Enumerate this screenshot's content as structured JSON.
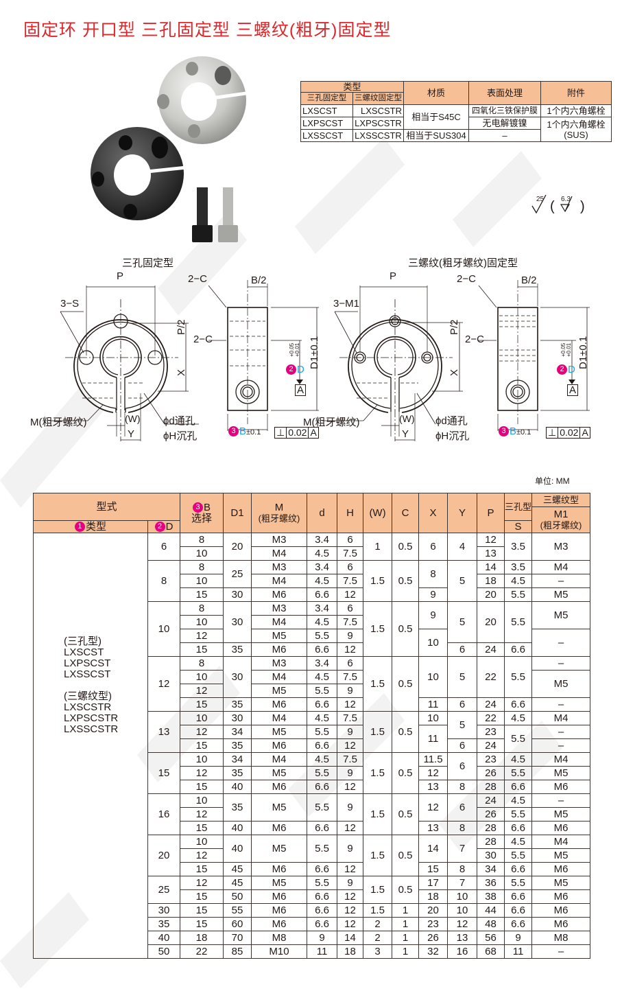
{
  "title": "固定环 开口型 三孔固定型 三螺纹(粗牙)固定型",
  "spec_table": {
    "headers": {
      "type_group": "类型",
      "type_three_hole": "三孔固定型",
      "type_three_thread": "三螺纹固定型",
      "material": "材质",
      "surface": "表面处理",
      "accessory": "附件"
    },
    "rows": [
      {
        "three_hole": "LXSCST",
        "three_thread": "LXSCSTR",
        "material": "相当于S45C",
        "surface": "四氧化三铁保护膜",
        "accessory": "1个内六角螺栓"
      },
      {
        "three_hole": "LXPSCST",
        "three_thread": "LXPSCSTR",
        "material": "相当于S45C",
        "surface": "无电解镀镍",
        "accessory": "1个内六角螺栓 (SUS)"
      },
      {
        "three_hole": "LXSSCST",
        "three_thread": "LXSSCSTR",
        "material": "相当于SUS304",
        "surface": "–",
        "accessory": "1个内六角螺栓 (SUS)"
      }
    ],
    "accessory_sus_line1": "1个内六角螺栓",
    "accessory_sus_line2": "(SUS)"
  },
  "roughness": {
    "main": "25",
    "secondary": "6.3"
  },
  "drawings": {
    "left": {
      "title": "三孔固定型",
      "labels": {
        "P": "P",
        "holes": "3−S",
        "half_p": "P/2",
        "x": "X",
        "chamfer1": "2−C",
        "chamfer2": "2−C",
        "half_b": "B/2",
        "d1": "D1±0.1",
        "tol_plus": "+0.05",
        "tol_minus": "+0.01",
        "d": "D",
        "datum": "A",
        "m": "M(粗牙螺纹)",
        "w": "(W)",
        "y": "Y",
        "thru": "ϕd通孔",
        "cbore": "ϕH沉孔",
        "b": "B",
        "b_tol": "±0.1",
        "perp": "⊥",
        "perp_val": "0.02",
        "perp_datum": "A",
        "rough": "6.3"
      }
    },
    "right": {
      "title": "三螺纹(粗牙螺纹)固定型",
      "labels": {
        "P": "P",
        "holes": "3−M1",
        "half_p": "P/2",
        "x": "X",
        "chamfer1": "2−C",
        "chamfer2": "2−C",
        "half_b": "B/2",
        "d1": "D1±0.1",
        "tol_plus": "+0.05",
        "tol_minus": "+0.01",
        "d": "D",
        "datum": "A",
        "m": "M(粗牙螺纹)",
        "w": "(W)",
        "y": "Y",
        "thru": "ϕd通孔",
        "cbore": "ϕH沉孔",
        "b": "B",
        "b_tol": "±0.1",
        "perp": "⊥",
        "perp_val": "0.02",
        "perp_datum": "A",
        "rough": "6.3"
      }
    },
    "badges": {
      "one": "1",
      "two": "2",
      "three": "3"
    }
  },
  "unit": "单位: MM",
  "main_table": {
    "headers": {
      "model": "型式",
      "type": "类型",
      "d": "D",
      "b": "B",
      "b_select": "选择",
      "d1": "D1",
      "m": "M",
      "m_sub": "(粗牙螺纹)",
      "hole_d": "d",
      "h": "H",
      "w": "(W)",
      "c": "C",
      "x": "X",
      "y": "Y",
      "p": "P",
      "three_hole": "三孔型",
      "s": "S",
      "three_thread": "三螺纹型",
      "m1": "M1",
      "m1_sub": "(粗牙螺纹)"
    },
    "type_lines": [
      "(三孔型)",
      "LXSCST",
      "LXPSCST",
      "LXSSCST",
      "",
      "(三螺纹型)",
      "LXSCSTR",
      "LXPSCSTR",
      "LXSSCSTR"
    ],
    "rows": [
      {
        "D": "6",
        "B": "8",
        "D1": "20",
        "M": "M3",
        "d": "3.4",
        "H": "6",
        "W": "1",
        "C": "0.5",
        "X": "6",
        "Y": "4",
        "P": "12",
        "S": "3.5",
        "M1": "M3"
      },
      {
        "D": "6",
        "B": "10",
        "D1": "20",
        "M": "M4",
        "d": "4.5",
        "H": "7.5",
        "W": "1",
        "C": "0.5",
        "X": "6",
        "Y": "4",
        "P": "13",
        "S": "3.5",
        "M1": "M3"
      },
      {
        "D": "8",
        "B": "8",
        "D1": "25",
        "M": "M3",
        "d": "3.4",
        "H": "6",
        "W": "1.5",
        "C": "0.5",
        "X": "8",
        "Y": "5",
        "P": "14",
        "S": "3.5",
        "M1": "M4"
      },
      {
        "D": "8",
        "B": "10",
        "D1": "25",
        "M": "M4",
        "d": "4.5",
        "H": "7.5",
        "W": "1.5",
        "C": "0.5",
        "X": "8",
        "Y": "5",
        "P": "18",
        "S": "4.5",
        "M1": "–"
      },
      {
        "D": "8",
        "B": "15",
        "D1": "30",
        "M": "M6",
        "d": "6.6",
        "H": "12",
        "W": "1.5",
        "C": "0.5",
        "X": "9",
        "Y": "5",
        "P": "20",
        "S": "5.5",
        "M1": "M5"
      },
      {
        "D": "10",
        "B": "8",
        "D1": "30",
        "M": "M3",
        "d": "3.4",
        "H": "6",
        "W": "1.5",
        "C": "0.5",
        "X": "9",
        "Y": "5",
        "P": "20",
        "S": "5.5",
        "M1": "M5"
      },
      {
        "D": "10",
        "B": "10",
        "D1": "30",
        "M": "M4",
        "d": "4.5",
        "H": "7.5",
        "W": "1.5",
        "C": "0.5",
        "X": "9",
        "Y": "5",
        "P": "20",
        "S": "5.5",
        "M1": "M5"
      },
      {
        "D": "10",
        "B": "12",
        "D1": "30",
        "M": "M5",
        "d": "5.5",
        "H": "9",
        "W": "1.5",
        "C": "0.5",
        "X": "10",
        "Y": "5",
        "P": "20",
        "S": "5.5",
        "M1": "–"
      },
      {
        "D": "10",
        "B": "15",
        "D1": "35",
        "M": "M6",
        "d": "6.6",
        "H": "12",
        "W": "1.5",
        "C": "0.5",
        "X": "10",
        "Y": "6",
        "P": "24",
        "S": "6.6",
        "M1": "–"
      },
      {
        "D": "12",
        "B": "8",
        "D1": "30",
        "M": "M3",
        "d": "3.4",
        "H": "6",
        "W": "1.5",
        "C": "0.5",
        "X": "10",
        "Y": "5",
        "P": "22",
        "S": "5.5",
        "M1": "–"
      },
      {
        "D": "12",
        "B": "10",
        "D1": "30",
        "M": "M4",
        "d": "4.5",
        "H": "7.5",
        "W": "1.5",
        "C": "0.5",
        "X": "10",
        "Y": "5",
        "P": "22",
        "S": "5.5",
        "M1": "M5"
      },
      {
        "D": "12",
        "B": "12",
        "D1": "30",
        "M": "M5",
        "d": "5.5",
        "H": "9",
        "W": "1.5",
        "C": "0.5",
        "X": "10",
        "Y": "5",
        "P": "22",
        "S": "5.5",
        "M1": "M5"
      },
      {
        "D": "12",
        "B": "15",
        "D1": "35",
        "M": "M6",
        "d": "6.6",
        "H": "12",
        "W": "1.5",
        "C": "0.5",
        "X": "11",
        "Y": "6",
        "P": "24",
        "S": "6.6",
        "M1": "–"
      },
      {
        "D": "13",
        "B": "10",
        "D1": "30",
        "M": "M4",
        "d": "4.5",
        "H": "7.5",
        "W": "1.5",
        "C": "0.5",
        "X": "10",
        "Y": "5",
        "P": "22",
        "S": "4.5",
        "M1": "M4"
      },
      {
        "D": "13",
        "B": "12",
        "D1": "34",
        "M": "M5",
        "d": "5.5",
        "H": "9",
        "W": "1.5",
        "C": "0.5",
        "X": "11",
        "Y": "5",
        "P": "23",
        "S": "5.5",
        "M1": "–"
      },
      {
        "D": "13",
        "B": "15",
        "D1": "35",
        "M": "M6",
        "d": "6.6",
        "H": "12",
        "W": "1.5",
        "C": "0.5",
        "X": "11",
        "Y": "6",
        "P": "24",
        "S": "5.5",
        "M1": "–"
      },
      {
        "D": "15",
        "B": "10",
        "D1": "34",
        "M": "M4",
        "d": "4.5",
        "H": "7.5",
        "W": "1.5",
        "C": "0.5",
        "X": "11.5",
        "Y": "6",
        "P": "23",
        "S": "4.5",
        "M1": "M4"
      },
      {
        "D": "15",
        "B": "12",
        "D1": "35",
        "M": "M5",
        "d": "5.5",
        "H": "9",
        "W": "1.5",
        "C": "0.5",
        "X": "12",
        "Y": "6",
        "P": "26",
        "S": "5.5",
        "M1": "M5"
      },
      {
        "D": "15",
        "B": "15",
        "D1": "40",
        "M": "M6",
        "d": "6.6",
        "H": "12",
        "W": "1.5",
        "C": "0.5",
        "X": "13",
        "Y": "8",
        "P": "28",
        "S": "6.6",
        "M1": "M6"
      },
      {
        "D": "16",
        "B": "10",
        "D1": "35",
        "M": "M5",
        "d": "5.5",
        "H": "9",
        "W": "1.5",
        "C": "0.5",
        "X": "12",
        "Y": "6",
        "P": "24",
        "S": "4.5",
        "M1": "–"
      },
      {
        "D": "16",
        "B": "12",
        "D1": "35",
        "M": "M5",
        "d": "5.5",
        "H": "9",
        "W": "1.5",
        "C": "0.5",
        "X": "12",
        "Y": "6",
        "P": "26",
        "S": "5.5",
        "M1": "M5"
      },
      {
        "D": "16",
        "B": "15",
        "D1": "40",
        "M": "M6",
        "d": "6.6",
        "H": "12",
        "W": "1.5",
        "C": "0.5",
        "X": "13",
        "Y": "8",
        "P": "28",
        "S": "6.6",
        "M1": "M6"
      },
      {
        "D": "20",
        "B": "10",
        "D1": "40",
        "M": "M5",
        "d": "5.5",
        "H": "9",
        "W": "1.5",
        "C": "0.5",
        "X": "14",
        "Y": "7",
        "P": "28",
        "S": "4.5",
        "M1": "M4"
      },
      {
        "D": "20",
        "B": "12",
        "D1": "40",
        "M": "M5",
        "d": "5.5",
        "H": "9",
        "W": "1.5",
        "C": "0.5",
        "X": "14",
        "Y": "7",
        "P": "30",
        "S": "5.5",
        "M1": "M5"
      },
      {
        "D": "20",
        "B": "15",
        "D1": "45",
        "M": "M6",
        "d": "6.6",
        "H": "12",
        "W": "1.5",
        "C": "0.5",
        "X": "15",
        "Y": "8",
        "P": "34",
        "S": "6.6",
        "M1": "M6"
      },
      {
        "D": "25",
        "B": "12",
        "D1": "45",
        "M": "M5",
        "d": "5.5",
        "H": "9",
        "W": "1.5",
        "C": "0.5",
        "X": "17",
        "Y": "7",
        "P": "36",
        "S": "5.5",
        "M1": "M5"
      },
      {
        "D": "25",
        "B": "15",
        "D1": "50",
        "M": "M6",
        "d": "6.6",
        "H": "12",
        "W": "1.5",
        "C": "0.5",
        "X": "18",
        "Y": "10",
        "P": "38",
        "S": "6.6",
        "M1": "M6"
      },
      {
        "D": "30",
        "B": "15",
        "D1": "55",
        "M": "M6",
        "d": "6.6",
        "H": "12",
        "W": "1.5",
        "C": "1",
        "X": "20",
        "Y": "10",
        "P": "44",
        "S": "6.6",
        "M1": "M6"
      },
      {
        "D": "35",
        "B": "15",
        "D1": "60",
        "M": "M6",
        "d": "6.6",
        "H": "12",
        "W": "2",
        "C": "1",
        "X": "23",
        "Y": "12",
        "P": "48",
        "S": "6.6",
        "M1": "M6"
      },
      {
        "D": "40",
        "B": "18",
        "D1": "70",
        "M": "M8",
        "d": "9",
        "H": "14",
        "W": "2",
        "C": "1",
        "X": "26",
        "Y": "13",
        "P": "56",
        "S": "9",
        "M1": "M8"
      },
      {
        "D": "50",
        "B": "22",
        "D1": "85",
        "M": "M10",
        "d": "11",
        "H": "18",
        "W": "3",
        "C": "1",
        "X": "32",
        "Y": "16",
        "P": "68",
        "S": "11",
        "M1": "–"
      }
    ]
  },
  "colors": {
    "title_red": "#e0262a",
    "header_orange": "#f6bf95",
    "badge_magenta": "#e6007e",
    "accent_blue": "#1ea0e6"
  }
}
